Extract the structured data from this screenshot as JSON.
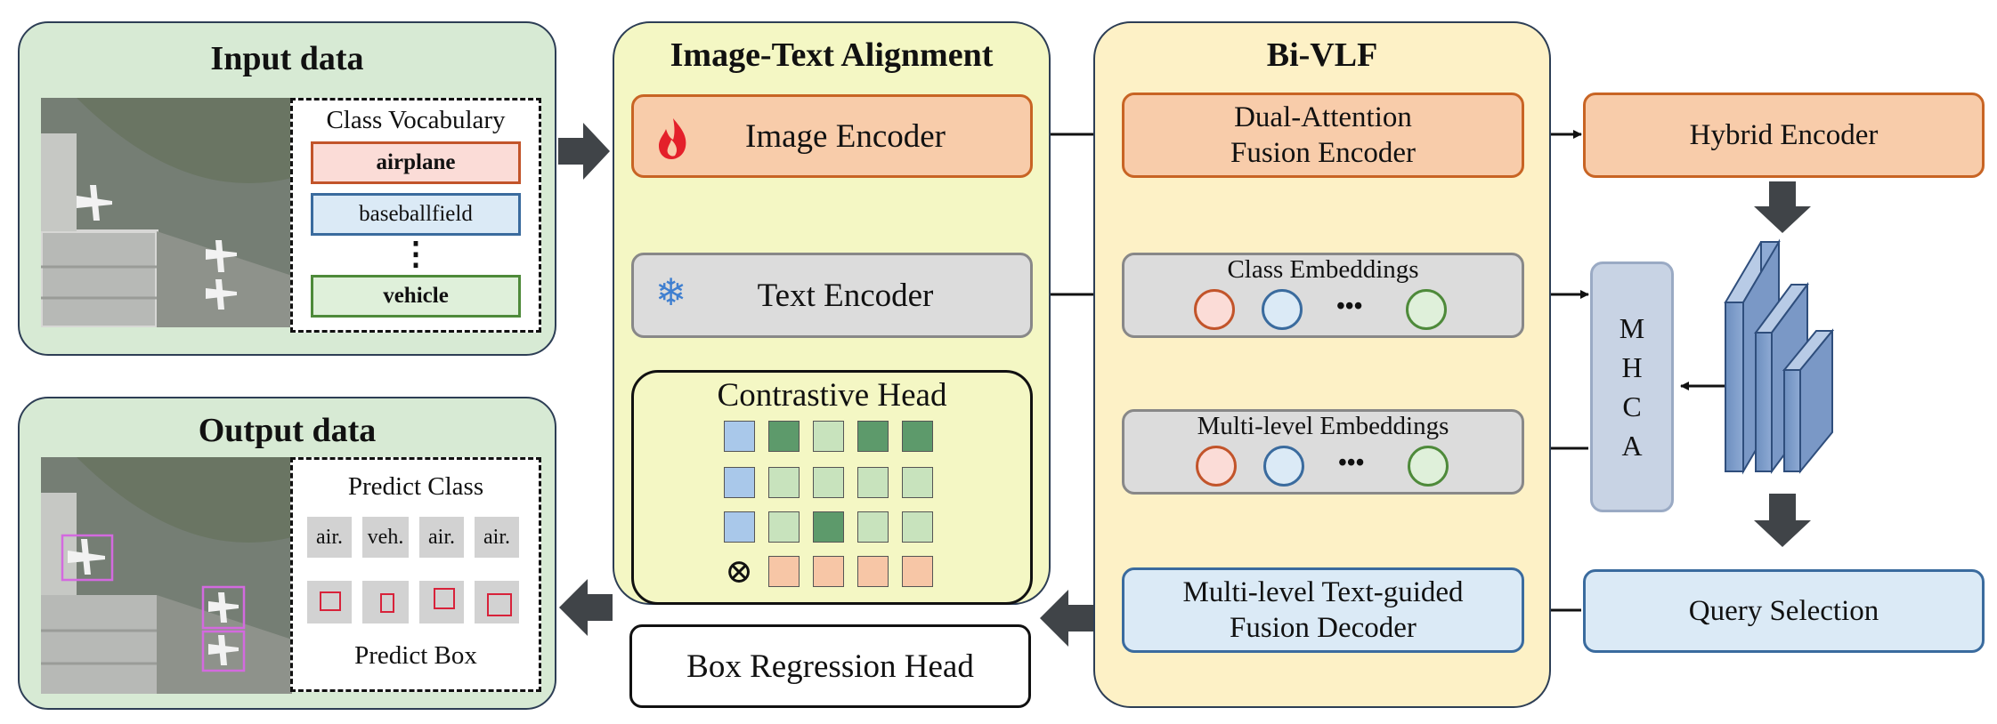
{
  "input_panel": {
    "title": "Input data",
    "vocab_title": "Class Vocabulary",
    "items": [
      "airplane",
      "baseballfield",
      "vehicle"
    ],
    "ellipsis": "⋮"
  },
  "output_panel": {
    "title": "Output data",
    "predict_class_label": "Predict Class",
    "predicted_classes": [
      "air.",
      "veh.",
      "air.",
      "air."
    ],
    "predict_box_label": "Predict Box"
  },
  "alignment_panel": {
    "title": "Image-Text Alignment",
    "image_encoder": "Image Encoder",
    "text_encoder": "Text Encoder",
    "contrastive_head": "Contrastive Head",
    "box_regression_head": "Box Regression Head",
    "otimes": "⊗"
  },
  "bivlf_panel": {
    "title": "Bi-VLF",
    "dual_attention_line1": "Dual-Attention",
    "dual_attention_line2": "Fusion Encoder",
    "class_embeddings": "Class Embeddings",
    "multilevel_embeddings": "Multi-level Embeddings",
    "decoder_line1": "Multi-level Text-guided",
    "decoder_line2": "Fusion Decoder",
    "dots": "•••"
  },
  "right_column": {
    "hybrid_encoder": "Hybrid Encoder",
    "mhca_letters": [
      "M",
      "H",
      "C",
      "A"
    ],
    "query_selection": "Query Selection"
  },
  "icons": [
    "fire-icon",
    "snowflake-icon"
  ],
  "colors": {
    "panel_green": "#d7ead4",
    "panel_yellow": "#f4f7c4",
    "panel_orange": "#fdf1c6",
    "encoder_orange": "#f8ccaa",
    "encoder_gray": "#dcdcdc",
    "decoder_blue": "#dbeaf6",
    "arrow": "#3b3b3b"
  }
}
